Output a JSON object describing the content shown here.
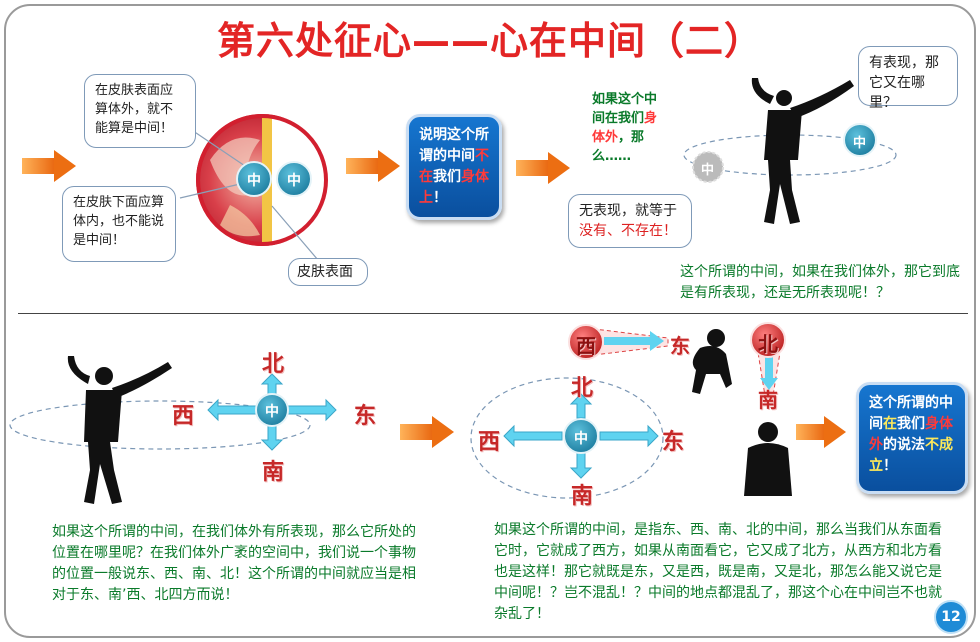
{
  "title": "第六处征心——心在中间（二）",
  "top": {
    "callout_outside": "在皮肤表面应算体外，就不能算是中间！",
    "callout_inside": "在皮肤下面应算体内，也不能说是中间！",
    "callout_skin": "皮肤表面",
    "center_char": "中",
    "bluebox": {
      "p1": "说明这个所谓的中间",
      "p2": "不在",
      "p3": "我们",
      "p4": "身体上",
      "p5": "！"
    },
    "question": {
      "p1": "如果这个中间在我们",
      "p2": "身体外",
      "p3": "，那么……"
    },
    "callout_visible": "有表现，那它又在哪里？",
    "callout_invisible_1": "无表现，就等于",
    "callout_invisible_2": "没有、不存在！",
    "summary": "这个所谓的中间，如果在我们体外，那它到底是有所表现，还是无所表现呢！？"
  },
  "directions": {
    "north": "北",
    "south": "南",
    "west": "西",
    "east": "东",
    "center": "中"
  },
  "bottom": {
    "left_text": "如果这个所谓的中间，在我们体外有所表现，那么它所处的位置在哪里呢？在我们体外广袤的空间中，我们说一个事物的位置一般说东、西、南、北！这个所谓的中间就应当是相对于东、南’西、北四方而说！",
    "right_text": "如果这个所谓的中间，是指东、西、南、北的中间，那么当我们从东面看它时，它就成了西方，如果从南面看它，它又成了北方，从西方和北方看也是这样！那它就既是东，又是西，既是南，又是北，那怎么能又说它是中间呢！？岂不混乱！？中间的地点都混乱了，那这个心在中间岂不也就杂乱了！",
    "bluebox": {
      "p1": "这个所谓的中间",
      "p2": "在",
      "p3": "我们",
      "p4": "身体外",
      "p5": "的说法",
      "p6": "不成立",
      "p7": "！"
    }
  },
  "page_number": "12",
  "colors": {
    "title": "#e32525",
    "arrow": "#f07a1a",
    "blue_box": "#0a5fb8",
    "circle": "#2f9ab8",
    "green_text": "#0a7a2a",
    "cyan_arrow": "#5fd3f0"
  }
}
